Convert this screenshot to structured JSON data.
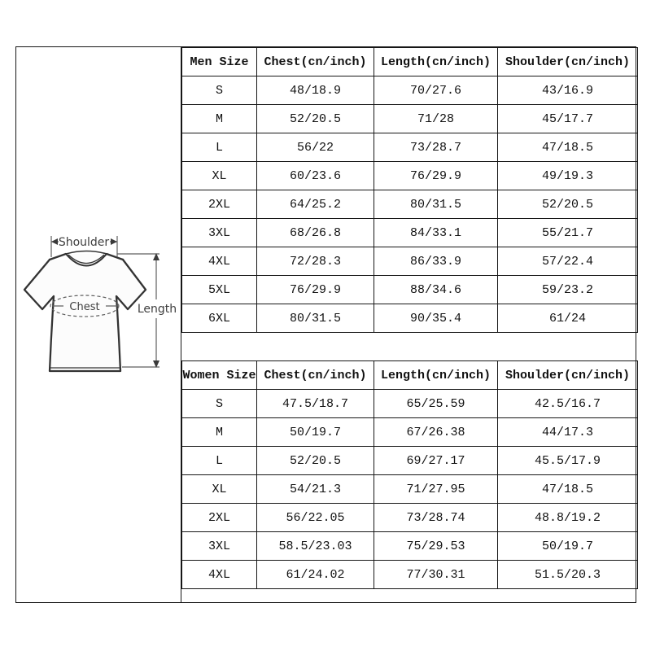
{
  "diagram": {
    "shoulder_label": "Shoulder",
    "chest_label": "Chest",
    "length_label": "Length",
    "outline_color": "#333333",
    "dimension_color": "#5f5f5f",
    "label_color": "#3f3f3f"
  },
  "colors": {
    "border": "#161616",
    "text": "#111111",
    "background": "#ffffff"
  },
  "men_table": {
    "headers": [
      "Men Size",
      "Chest(cn/inch)",
      "Length(cn/inch)",
      "Shoulder(cn/inch)"
    ],
    "rows": [
      [
        "S",
        "48/18.9",
        "70/27.6",
        "43/16.9"
      ],
      [
        "M",
        "52/20.5",
        "71/28",
        "45/17.7"
      ],
      [
        "L",
        "56/22",
        "73/28.7",
        "47/18.5"
      ],
      [
        "XL",
        "60/23.6",
        "76/29.9",
        "49/19.3"
      ],
      [
        "2XL",
        "64/25.2",
        "80/31.5",
        "52/20.5"
      ],
      [
        "3XL",
        "68/26.8",
        "84/33.1",
        "55/21.7"
      ],
      [
        "4XL",
        "72/28.3",
        "86/33.9",
        "57/22.4"
      ],
      [
        "5XL",
        "76/29.9",
        "88/34.6",
        "59/23.2"
      ],
      [
        "6XL",
        "80/31.5",
        "90/35.4",
        "61/24"
      ]
    ]
  },
  "women_table": {
    "headers": [
      "Women Size",
      "Chest(cn/inch)",
      "Length(cn/inch)",
      "Shoulder(cn/inch)"
    ],
    "rows": [
      [
        "S",
        "47.5/18.7",
        "65/25.59",
        "42.5/16.7"
      ],
      [
        "M",
        "50/19.7",
        "67/26.38",
        "44/17.3"
      ],
      [
        "L",
        "52/20.5",
        "69/27.17",
        "45.5/17.9"
      ],
      [
        "XL",
        "54/21.3",
        "71/27.95",
        "47/18.5"
      ],
      [
        "2XL",
        "56/22.05",
        "73/28.74",
        "48.8/19.2"
      ],
      [
        "3XL",
        "58.5/23.03",
        "75/29.53",
        "50/19.7"
      ],
      [
        "4XL",
        "61/24.02",
        "77/30.31",
        "51.5/20.3"
      ]
    ]
  }
}
